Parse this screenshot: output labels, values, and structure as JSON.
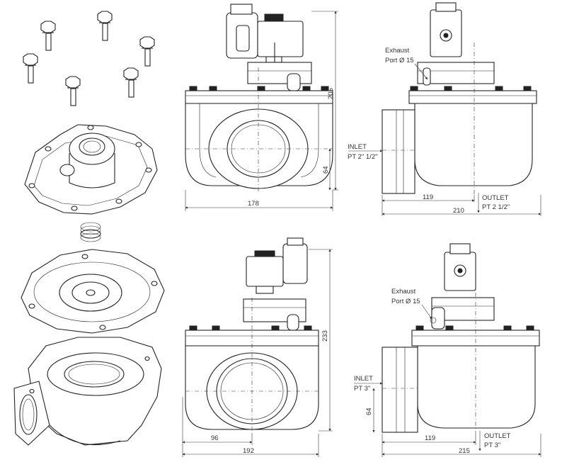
{
  "views": {
    "top_front": {
      "dim_height": "205",
      "dim_inlet_offset": "64",
      "dim_width": "178"
    },
    "top_side": {
      "exhaust_label_1": "Exhaust",
      "exhaust_label_2": "Port Ø 15",
      "inlet_label_1": "INLET",
      "inlet_label_2": "PT 2\" 1/2\"",
      "dim_119": "119",
      "dim_210": "210",
      "outlet_label_1": "OUTLET",
      "outlet_label_2": "PT 2 1/2\""
    },
    "bottom_front": {
      "dim_height": "233",
      "dim_96": "96",
      "dim_width": "192"
    },
    "bottom_side": {
      "exhaust_label_1": "Exhaust",
      "exhaust_label_2": "Port Ø 15",
      "inlet_label_1": "INLET",
      "inlet_label_2": "PT 3\"",
      "dim_64": "64",
      "dim_119": "119",
      "dim_215": "215",
      "outlet_label_1": "OUTLET",
      "outlet_label_2": "PT 3\""
    }
  },
  "exploded": {
    "cover_brand": ""
  }
}
